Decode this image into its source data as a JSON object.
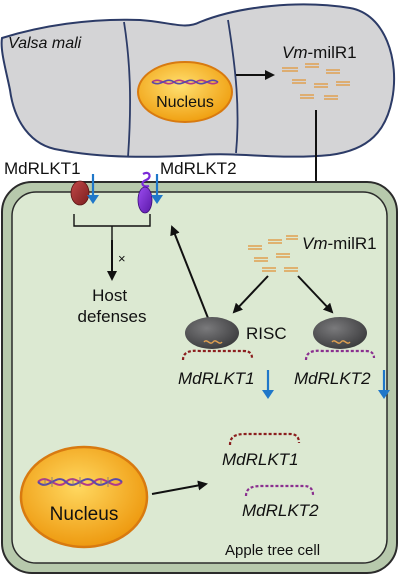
{
  "labels": {
    "fungus": "Valsa mali",
    "mirna_prefix_top": "Vm",
    "mirna_suffix_top": "-milR1",
    "fungus_nucleus": "Nucleus",
    "receptor1": "MdRLKT1",
    "receptor2": "MdRLKT2",
    "inhibit_mark": "×",
    "host_defenses_line1": "Host",
    "host_defenses_line2": "defenses",
    "mirna_prefix_cell": "Vm",
    "mirna_suffix_cell": "-milR1",
    "risc": "RISC",
    "target1": "MdRLKT1",
    "target2": "MdRLKT2",
    "host_transcript1": "MdRLKT1",
    "host_transcript2": "MdRLKT2",
    "cell_nucleus": "Nucleus",
    "cell": "Apple tree cell"
  },
  "colors": {
    "fungus_fill": "#d4d4d6",
    "fungus_stroke": "#2c3b67",
    "cell_fill": "#dce9d2",
    "cell_outer_fill": "#b7c9ac",
    "nucleus_fill": "#f0b020",
    "nucleus_stroke": "#d87a10",
    "decrease_arrow": "#1f77c9",
    "mirna": "#e0a050",
    "risc": "#555557",
    "transcript_dark": "#8b1f1f",
    "transcript_purple": "#8a2f8f",
    "receptor1": "#9b2d2d",
    "receptor2": "#7a2ad8"
  },
  "icons": [
    "dna-helix-icon",
    "mirna-duplex-icon",
    "risc-complex-icon",
    "receptor-icon",
    "decrease-arrow-icon"
  ]
}
